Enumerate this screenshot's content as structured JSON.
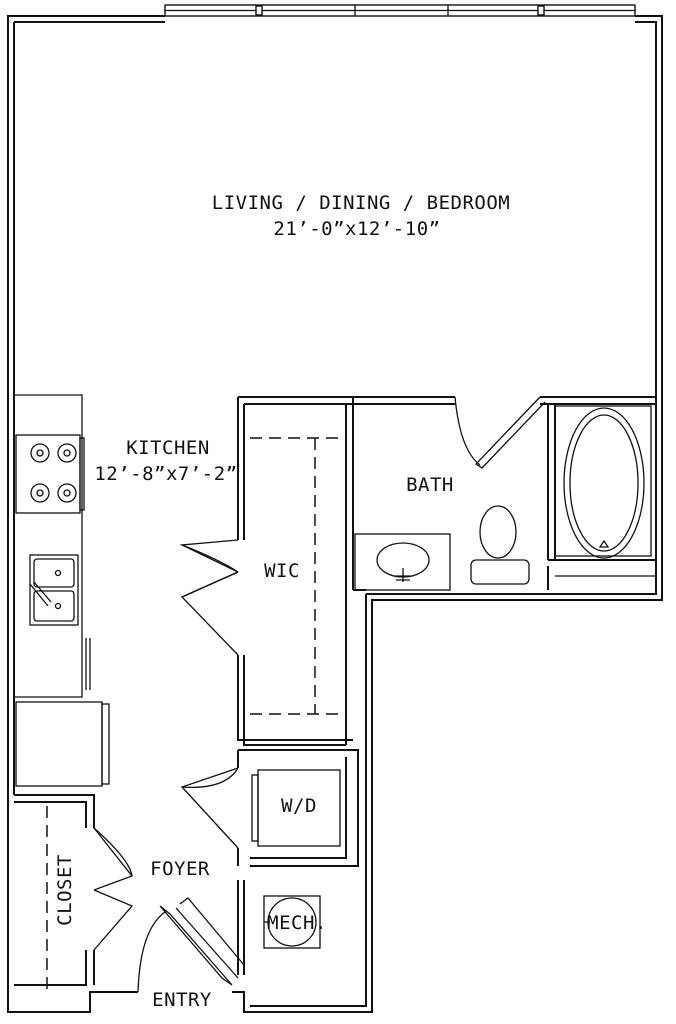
{
  "rooms": {
    "living": {
      "name": "LIVING / DINING / BEDROOM",
      "size": "21’-0”x12’-10”"
    },
    "kitchen": {
      "name": "KITCHEN",
      "size": "12’-8”x7’-2”"
    },
    "bath": {
      "name": "BATH"
    },
    "wic": {
      "name": "WIC"
    },
    "wd": {
      "name": "W/D"
    },
    "foyer": {
      "name": "FOYER"
    },
    "closet": {
      "name": "CLOSET"
    },
    "mech": {
      "name": "MECH."
    },
    "entry": {
      "name": "ENTRY"
    }
  }
}
